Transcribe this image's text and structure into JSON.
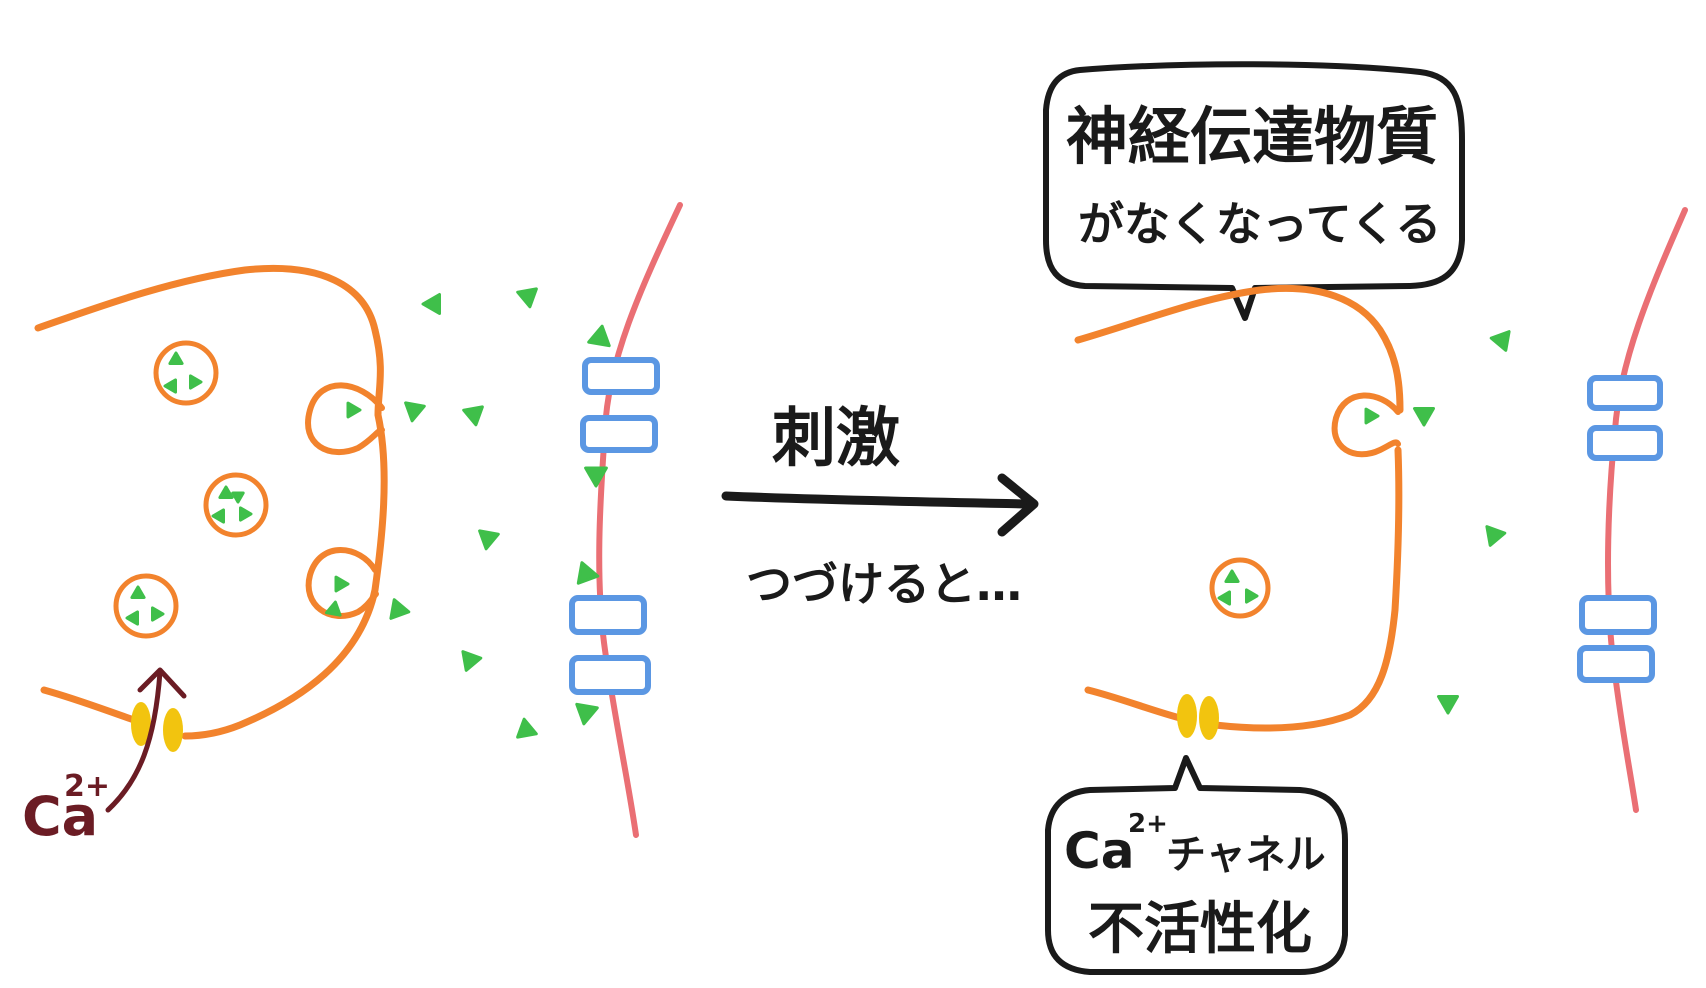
{
  "colors": {
    "presynaptic_membrane": "#f2832d",
    "postsynaptic_membrane": "#ea6f74",
    "receptor": "#5b97e3",
    "neurotransmitter": "#3fbf4a",
    "ca_channel": "#f2c40f",
    "ca_arrow": "#6b1c24",
    "ink": "#1a1a1a"
  },
  "labels": {
    "calcium_ion": "Ca",
    "calcium_charge": "2+",
    "stimulus": "刺激",
    "continue_text": "つづけると…",
    "callout_top_line1": "神経伝達物質",
    "callout_top_line2": "がなくなってくる",
    "callout_bottom_ca": "Ca",
    "callout_bottom_charge": "2+",
    "callout_bottom_channel": "チャネル",
    "callout_bottom_line2": "不活性化"
  },
  "icons": {
    "neurotransmitter": "triangle",
    "vesicle": "circle",
    "receptor": "rounded-rect",
    "ca_channel": "ellipse-pair"
  }
}
